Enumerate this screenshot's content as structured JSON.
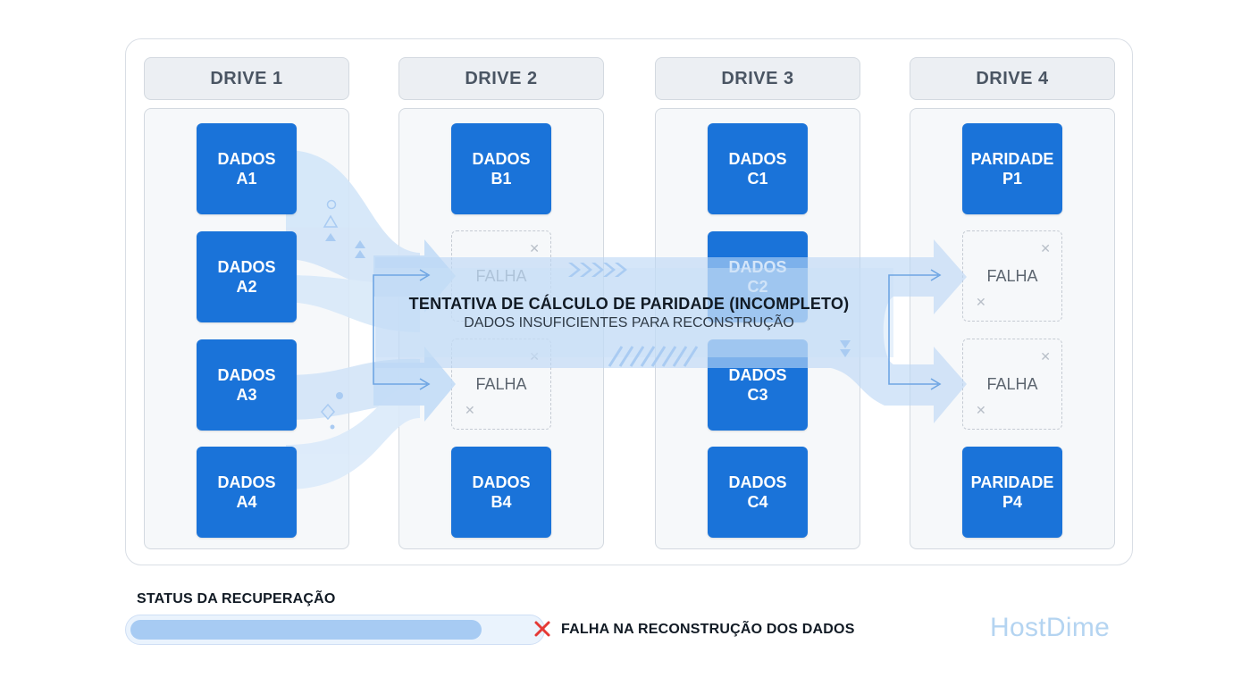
{
  "drives": [
    {
      "header": "DRIVE 1",
      "blocks": [
        {
          "kind": "data",
          "line1": "DADOS",
          "line2": "A1"
        },
        {
          "kind": "data",
          "line1": "DADOS",
          "line2": "A2"
        },
        {
          "kind": "data",
          "line1": "DADOS",
          "line2": "A3"
        },
        {
          "kind": "data",
          "line1": "DADOS",
          "line2": "A4"
        }
      ]
    },
    {
      "header": "DRIVE 2",
      "blocks": [
        {
          "kind": "data",
          "line1": "DADOS",
          "line2": "B1"
        },
        {
          "kind": "failed",
          "label": "FALHA"
        },
        {
          "kind": "failed",
          "label": "FALHA"
        },
        {
          "kind": "data",
          "line1": "DADOS",
          "line2": "B4"
        }
      ]
    },
    {
      "header": "DRIVE 3",
      "blocks": [
        {
          "kind": "data",
          "line1": "DADOS",
          "line2": "C1"
        },
        {
          "kind": "data",
          "line1": "DADOS",
          "line2": "C2"
        },
        {
          "kind": "data",
          "line1": "DADOS",
          "line2": "C3"
        },
        {
          "kind": "data",
          "line1": "DADOS",
          "line2": "C4"
        }
      ]
    },
    {
      "header": "DRIVE 4",
      "blocks": [
        {
          "kind": "parity",
          "line1": "PARIDADE",
          "line2": "P1"
        },
        {
          "kind": "failed",
          "label": "FALHA"
        },
        {
          "kind": "failed",
          "label": "FALHA"
        },
        {
          "kind": "parity",
          "line1": "PARIDADE",
          "line2": "P4"
        }
      ]
    }
  ],
  "parity_attempt": {
    "title": "TENTATIVA DE CÁLCULO DE PARIDADE (INCOMPLETO)",
    "subtitle": "DADOS INSUFICIENTES PARA RECONSTRUÇÃO"
  },
  "recovery_status": {
    "label": "STATUS DA RECUPERAÇÃO",
    "progress": 0.86,
    "result_text": "FALHA NA RECONSTRUÇÃO DOS DADOS",
    "result_icon": "red-x-icon"
  },
  "brand": {
    "logo_text": "HostDime"
  },
  "colors": {
    "block_fill": "#1a73d9",
    "flow_light": "#cfe3f8",
    "flow_arrow": "#a9cbf2",
    "fail_x": "#e53935",
    "logo": "#b4d4f1"
  }
}
